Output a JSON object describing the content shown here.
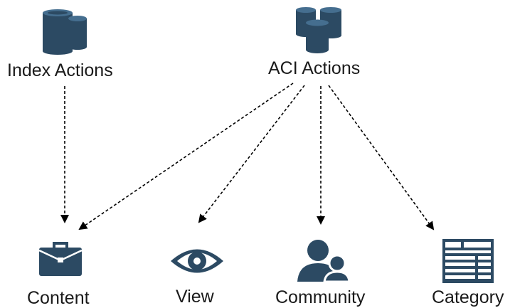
{
  "colors": {
    "icon": "#2c4a63",
    "icon_light": "#456e8f",
    "connector": "#000000",
    "text": "#1a1a1a",
    "background": "#ffffff"
  },
  "nodes": {
    "index_actions": {
      "label": "Index Actions",
      "icon": "database-icon"
    },
    "aci_actions": {
      "label": "ACI Actions",
      "icon": "database-cluster-icon"
    },
    "content": {
      "label": "Content",
      "icon": "briefcase-icon"
    },
    "view": {
      "label": "View",
      "icon": "eye-icon"
    },
    "community": {
      "label": "Community",
      "icon": "users-icon"
    },
    "category": {
      "label": "Category",
      "icon": "table-icon"
    }
  },
  "edges": [
    {
      "from": "Index Actions",
      "to": "Content",
      "style": "dashed",
      "arrow": "end"
    },
    {
      "from": "ACI Actions",
      "to": "Content",
      "style": "dashed",
      "arrow": "end"
    },
    {
      "from": "ACI Actions",
      "to": "View",
      "style": "dashed",
      "arrow": "end"
    },
    {
      "from": "ACI Actions",
      "to": "Community",
      "style": "dashed",
      "arrow": "end"
    },
    {
      "from": "ACI Actions",
      "to": "Category",
      "style": "dashed",
      "arrow": "end"
    }
  ]
}
